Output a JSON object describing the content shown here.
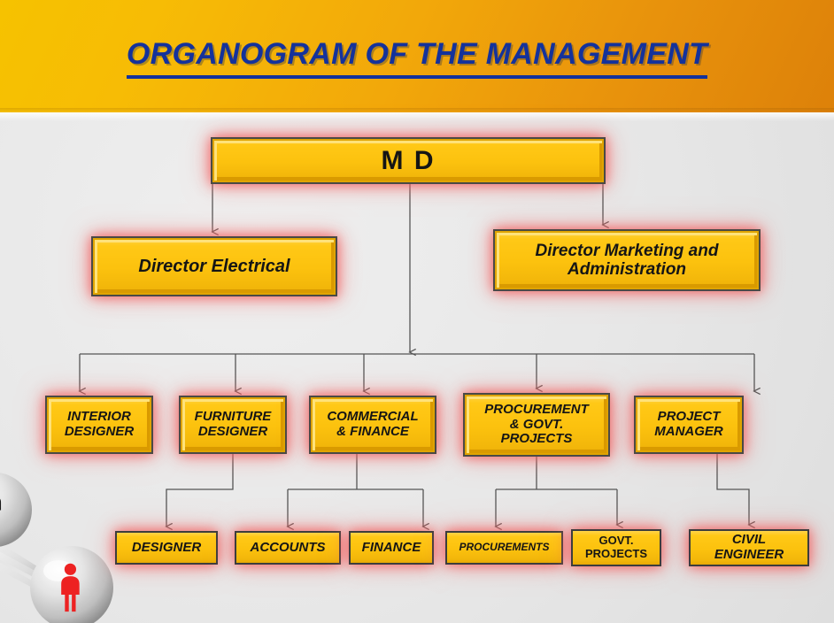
{
  "slide": {
    "title": "ORGANOGRAM OF THE MANAGEMENT",
    "background_color": "#E9E9E9",
    "header_gradient_from": "#F6C200",
    "header_gradient_to": "#DD8109",
    "title_color": "#14329B",
    "node_fill_color": "#FFC816",
    "node_glow_color": "#F25A5A",
    "node_border_color": "#4A4A46",
    "connector_color": "#555555"
  },
  "chart_data": {
    "type": "diagram",
    "diagram_kind": "organization-chart",
    "title": "ORGANOGRAM OF THE MANAGEMENT",
    "levels": [
      {
        "level": 1,
        "nodes": [
          "M D"
        ]
      },
      {
        "level": 2,
        "nodes": [
          "Director Electrical",
          "Director Marketing and Administration"
        ]
      },
      {
        "level": 3,
        "nodes": [
          "INTERIOR DESIGNER",
          "FURNITURE DESIGNER",
          "COMMERCIAL & FINANCE",
          "PROCUREMENT & GOVT. PROJECTS",
          "PROJECT MANAGER"
        ]
      },
      {
        "level": 4,
        "nodes": [
          "DESIGNER",
          "ACCOUNTS",
          "FINANCE",
          "PROCUREMENTS",
          "GOVT. PROJECTS",
          "CIVIL ENGINEER"
        ]
      }
    ],
    "edges": [
      {
        "from": "M D",
        "to": "Director Electrical"
      },
      {
        "from": "M D",
        "to": "Director Marketing and Administration"
      },
      {
        "from": "M D",
        "to": "INTERIOR DESIGNER"
      },
      {
        "from": "M D",
        "to": "FURNITURE DESIGNER"
      },
      {
        "from": "M D",
        "to": "COMMERCIAL & FINANCE"
      },
      {
        "from": "M D",
        "to": "PROCUREMENT & GOVT. PROJECTS"
      },
      {
        "from": "M D",
        "to": "PROJECT MANAGER"
      },
      {
        "from": "FURNITURE DESIGNER",
        "to": "DESIGNER"
      },
      {
        "from": "COMMERCIAL & FINANCE",
        "to": "ACCOUNTS"
      },
      {
        "from": "COMMERCIAL & FINANCE",
        "to": "FINANCE"
      },
      {
        "from": "PROCUREMENT & GOVT. PROJECTS",
        "to": "PROCUREMENTS"
      },
      {
        "from": "PROCUREMENT & GOVT. PROJECTS",
        "to": "GOVT. PROJECTS"
      },
      {
        "from": "PROJECT MANAGER",
        "to": "CIVIL ENGINEER"
      }
    ]
  },
  "nodes": {
    "md": "M D",
    "director_electrical": "Director Electrical",
    "director_marketing": "Director Marketing and\nAdministration",
    "interior_designer": "INTERIOR\nDESIGNER",
    "furniture_designer": "FURNITURE\nDESIGNER",
    "commercial_finance": "COMMERCIAL\n& FINANCE",
    "procurement_govt": "PROCUREMENT\n& GOVT.\nPROJECTS",
    "project_manager": "PROJECT\nMANAGER",
    "designer": "DESIGNER",
    "accounts": "ACCOUNTS",
    "finance": "FINANCE",
    "procurements": "PROCUREMENTS",
    "govt_projects": "GOVT.\nPROJECTS",
    "civil_engineer": "CIVIL\nENGINEER"
  },
  "decoration": {
    "name": "network-spheres-people-graphic",
    "sphere_color": "#D8D8D8",
    "person_top_color": "#1A1A1A",
    "person_bottom_color": "#EE1C1C"
  }
}
